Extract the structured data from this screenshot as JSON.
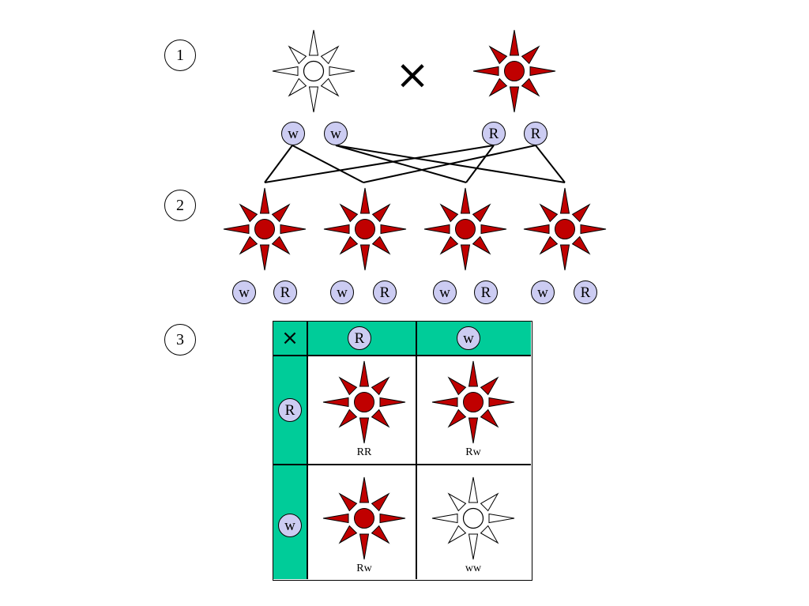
{
  "steps": [
    "1",
    "2",
    "3"
  ],
  "cross_symbol": "×",
  "parents": [
    {
      "phenotype": "white",
      "alleles": [
        "w",
        "w"
      ]
    },
    {
      "phenotype": "red",
      "alleles": [
        "R",
        "R"
      ]
    }
  ],
  "offspring": [
    {
      "phenotype": "red",
      "alleles": [
        "w",
        "R"
      ]
    },
    {
      "phenotype": "red",
      "alleles": [
        "w",
        "R"
      ]
    },
    {
      "phenotype": "red",
      "alleles": [
        "w",
        "R"
      ]
    },
    {
      "phenotype": "red",
      "alleles": [
        "w",
        "R"
      ]
    }
  ],
  "punnett": {
    "corner": "×",
    "column_alleles": [
      "R",
      "w"
    ],
    "row_alleles": [
      "R",
      "w"
    ],
    "cells": [
      {
        "genotype": "RR",
        "phenotype": "red"
      },
      {
        "genotype": "Rw",
        "phenotype": "red"
      },
      {
        "genotype": "Rw",
        "phenotype": "red"
      },
      {
        "genotype": "ww",
        "phenotype": "white"
      }
    ]
  },
  "colors": {
    "red_flower": "#c00000",
    "white_flower": "#ffffff",
    "allele_fill": "#ccccf2",
    "header_band": "#00cc99"
  }
}
